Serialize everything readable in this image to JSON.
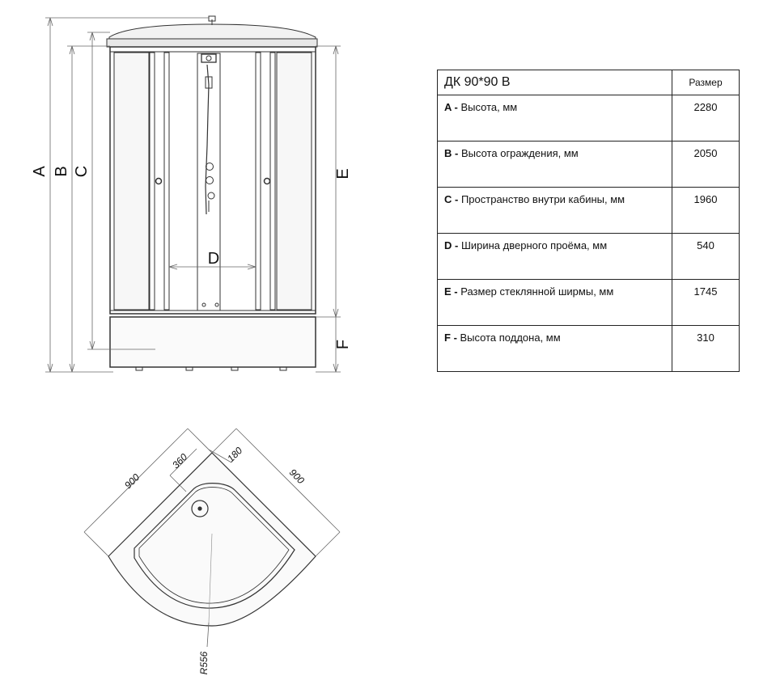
{
  "drawing_labels": {
    "A": "A",
    "B": "B",
    "C": "C",
    "D": "D",
    "E": "E",
    "F": "F",
    "width_left": "900",
    "width_right": "900",
    "dim_360": "360",
    "dim_180": "180",
    "radius": "R556"
  },
  "table": {
    "model": "ДК  90*90 B",
    "size_header": "Размер",
    "rows": [
      {
        "letter": "A",
        "sep": " - ",
        "text": "Высота, мм",
        "value": "2280"
      },
      {
        "letter": "B",
        "sep": " - ",
        "text": "Высота ограждения, мм",
        "value": "2050"
      },
      {
        "letter": "C",
        "sep": " - ",
        "text": "Пространство внутри кабины, мм",
        "value": "1960"
      },
      {
        "letter": "D",
        "sep": " - ",
        "text": "Ширина дверного проёма, мм",
        "value": "540"
      },
      {
        "letter": "E",
        "sep": " - ",
        "text": "Размер стеклянной ширмы, мм",
        "value": "1745"
      },
      {
        "letter": "F",
        "sep": " - ",
        "text": "Высота поддона, мм",
        "value": "310"
      }
    ]
  }
}
